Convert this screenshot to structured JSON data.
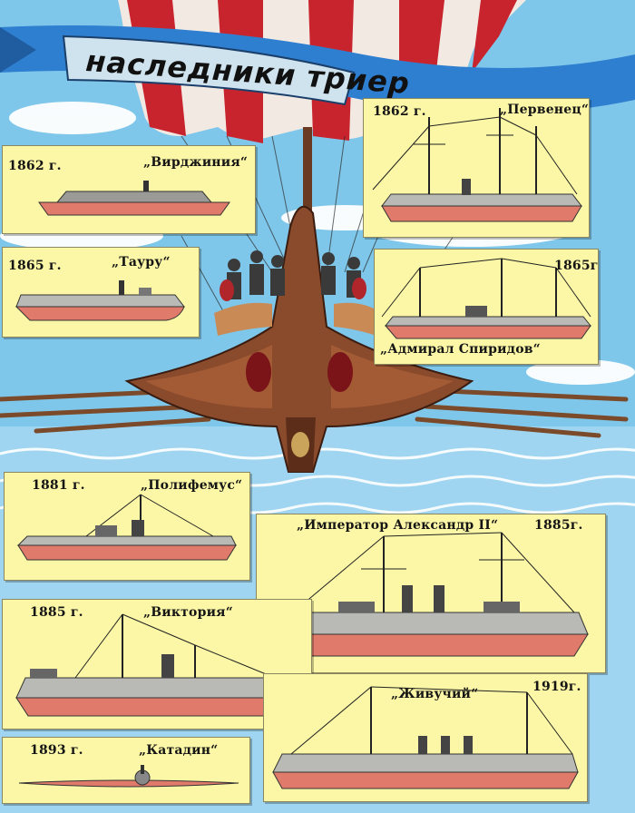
{
  "page": {
    "title": "наследники триер"
  },
  "ships": [
    {
      "year": "1862 г.",
      "name": "„Вирджиния“"
    },
    {
      "year": "1862 г.",
      "name": "„Первенец“"
    },
    {
      "year": "1865 г.",
      "name": "„Тауру“"
    },
    {
      "year": "1865г.",
      "name": "„Адмирал Спиридов“"
    },
    {
      "year": "1881 г.",
      "name": "„Полифемус“"
    },
    {
      "year": "1885г.",
      "name": "„Император Александр II“"
    },
    {
      "year": "1885 г.",
      "name": "„Виктория“"
    },
    {
      "year": "1919г.",
      "name": "„Живучий“"
    },
    {
      "year": "1893 г.",
      "name": "„Катадин“"
    }
  ],
  "colors": {
    "sky": "#7fc7ea",
    "card": "#fbf7a6",
    "banner": "#2f7fd1",
    "hull_red": "#e07a6a",
    "hull_gray": "#b9b9b5"
  }
}
